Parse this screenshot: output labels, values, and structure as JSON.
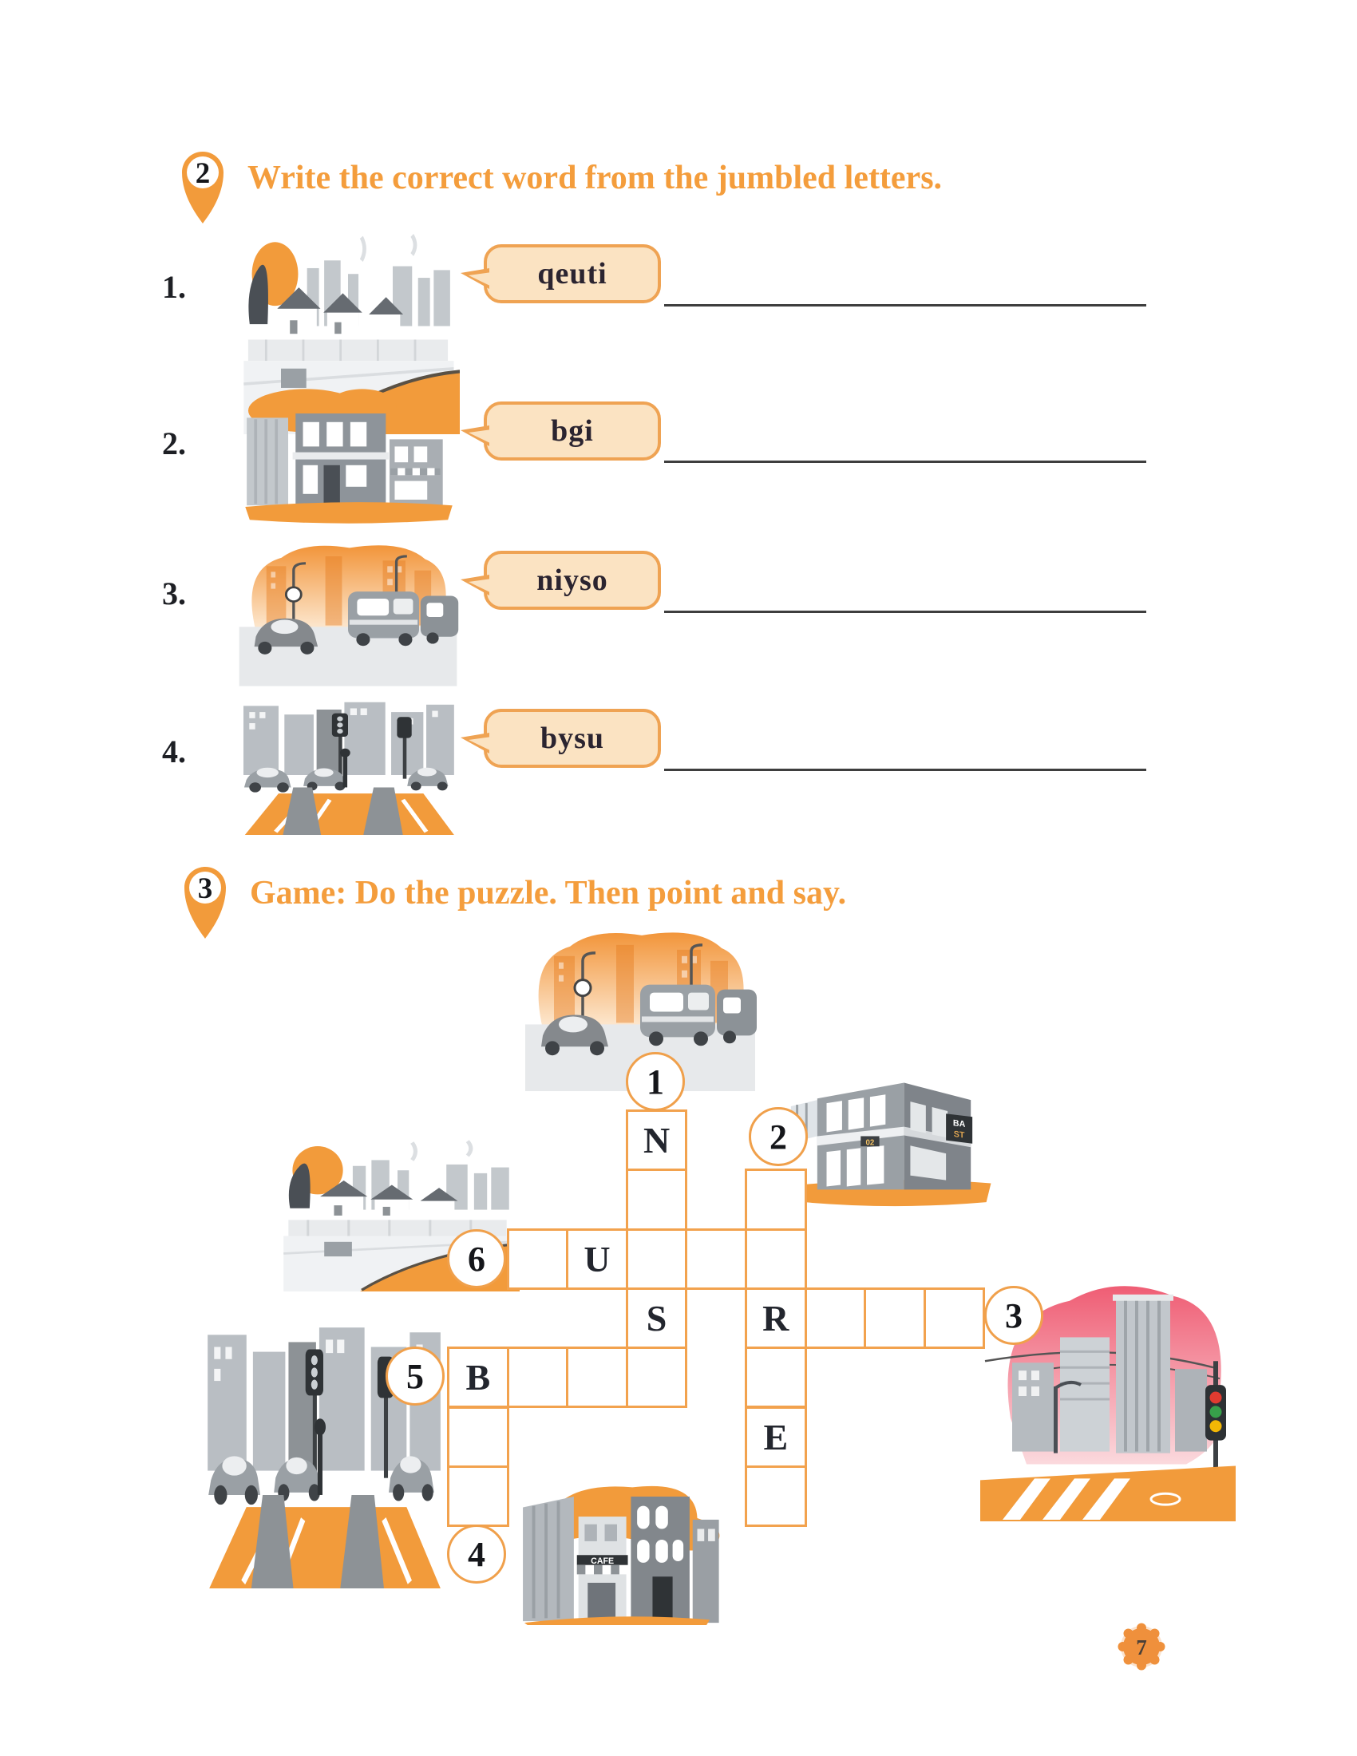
{
  "page": {
    "number": "7"
  },
  "exercise2": {
    "number": "2",
    "title": "Write the correct word from the jumbled letters.",
    "items": [
      {
        "num": "1.",
        "jumbled": "qeuti",
        "image": "quiet-neighbourhood-scene"
      },
      {
        "num": "2.",
        "jumbled": "bgi",
        "image": "big-building-scene"
      },
      {
        "num": "3.",
        "jumbled": "niyso",
        "image": "noisy-traffic-scene"
      },
      {
        "num": "4.",
        "jumbled": "bysu",
        "image": "busy-crossing-scene"
      }
    ]
  },
  "exercise3": {
    "number": "3",
    "title": "Game: Do the puzzle. Then point and say.",
    "crossword": {
      "clues": [
        {
          "number": "1"
        },
        {
          "number": "2"
        },
        {
          "number": "3"
        },
        {
          "number": "4"
        },
        {
          "number": "5"
        },
        {
          "number": "6"
        }
      ],
      "prefilled_letters": [
        "N",
        "U",
        "S",
        "R",
        "B",
        "E"
      ],
      "cells": [
        {
          "col": 4,
          "row": 1,
          "letter": "N"
        },
        {
          "col": 4,
          "row": 2,
          "letter": ""
        },
        {
          "col": 4,
          "row": 3,
          "letter": ""
        },
        {
          "col": 4,
          "row": 4,
          "letter": "S"
        },
        {
          "col": 4,
          "row": 5,
          "letter": ""
        },
        {
          "col": 6,
          "row": 2,
          "letter": ""
        },
        {
          "col": 6,
          "row": 3,
          "letter": ""
        },
        {
          "col": 6,
          "row": 4,
          "letter": "R"
        },
        {
          "col": 6,
          "row": 5,
          "letter": ""
        },
        {
          "col": 6,
          "row": 6,
          "letter": "E"
        },
        {
          "col": 6,
          "row": 7,
          "letter": ""
        },
        {
          "col": 2,
          "row": 3,
          "letter": ""
        },
        {
          "col": 3,
          "row": 3,
          "letter": "U"
        },
        {
          "col": 5,
          "row": 3,
          "letter": ""
        },
        {
          "col": 7,
          "row": 4,
          "letter": ""
        },
        {
          "col": 8,
          "row": 4,
          "letter": ""
        },
        {
          "col": 9,
          "row": 4,
          "letter": ""
        },
        {
          "col": 1,
          "row": 5,
          "letter": "B"
        },
        {
          "col": 2,
          "row": 5,
          "letter": ""
        },
        {
          "col": 3,
          "row": 5,
          "letter": ""
        },
        {
          "col": 1,
          "row": 6,
          "letter": ""
        },
        {
          "col": 1,
          "row": 7,
          "letter": ""
        }
      ]
    }
  },
  "scene_labels": {
    "cafe_sign": "CAFE",
    "building_number": "02",
    "store_sign_line1": "BA",
    "store_sign_line2": "ST"
  },
  "colors": {
    "orange": "#F29B3B",
    "title_orange": "#F49D3C",
    "bubble_fill": "#FBE3C2",
    "bubble_border": "#EFA353",
    "grid_border": "#F2A24E",
    "text_dark": "#24262E",
    "line_color": "#3E3E3E",
    "pink": "#EF5D74"
  }
}
